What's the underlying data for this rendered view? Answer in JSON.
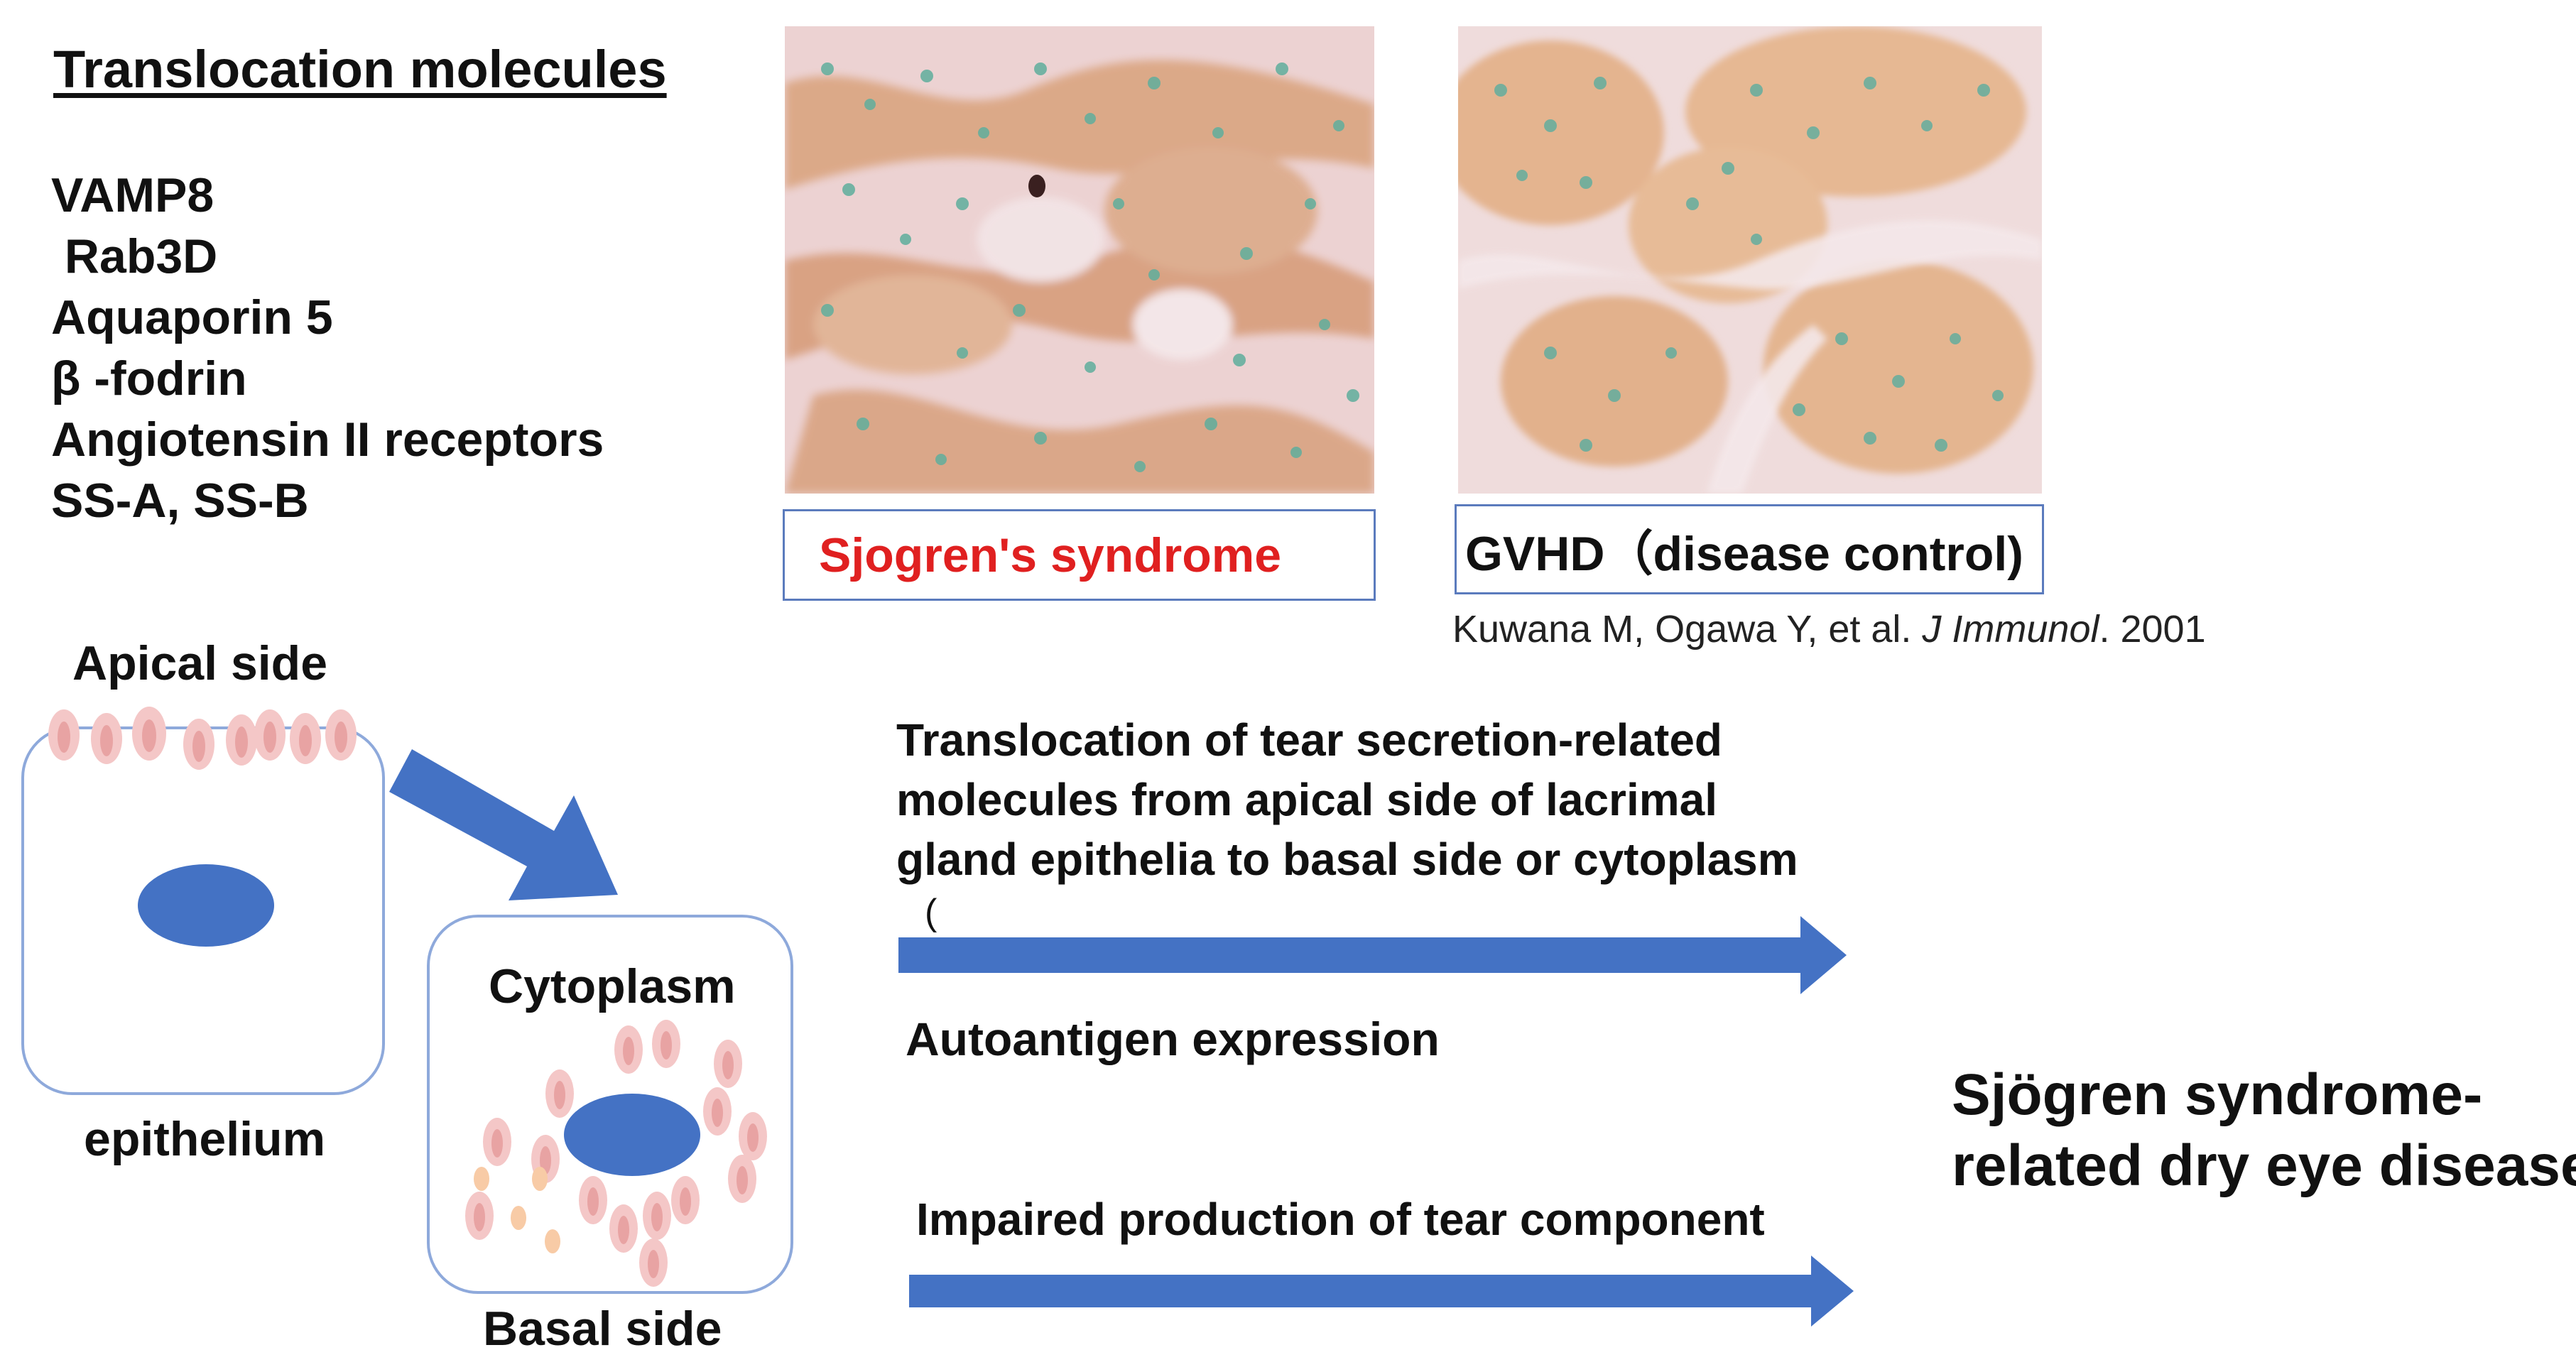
{
  "molecules": {
    "title": "Translocation molecules",
    "items": [
      "VAMP8",
      " Rab3D",
      "Aquaporin 5",
      "β -fodrin",
      "Angiotensin II receptors",
      "SS-A, SS-B"
    ]
  },
  "images": {
    "sjs_label": "Sjogren's syndrome",
    "gvhd_label": "GVHD（disease control)",
    "citation_authors": "Kuwana M, Ogawa Y, et al. ",
    "citation_journal": "J Immunol",
    "citation_year": ". 2001"
  },
  "cells": {
    "apical": "Apical side",
    "epithelium": "epithelium",
    "cytoplasm": "Cytoplasm",
    "basal": "Basal side"
  },
  "pathway": {
    "translocation_lines": [
      "Translocation of tear secretion-related",
      "molecules from apical side of lacrimal",
      "gland epithelia to basal side or cytoplasm"
    ],
    "paren": "(",
    "autoantigen": "Autoantigen expression",
    "impaired": "Impaired production of tear component",
    "result_lines": [
      "Sjögren syndrome-",
      "related dry eye disease"
    ]
  },
  "colors": {
    "arrow": "#4472c4",
    "nucleus": "#4472c4",
    "cell_border": "#8ea9db",
    "granule": "#f4c7c7",
    "granule_inner": "#e8a3a3",
    "small_granule": "#f8cba6",
    "sjs_text": "#e02020"
  }
}
